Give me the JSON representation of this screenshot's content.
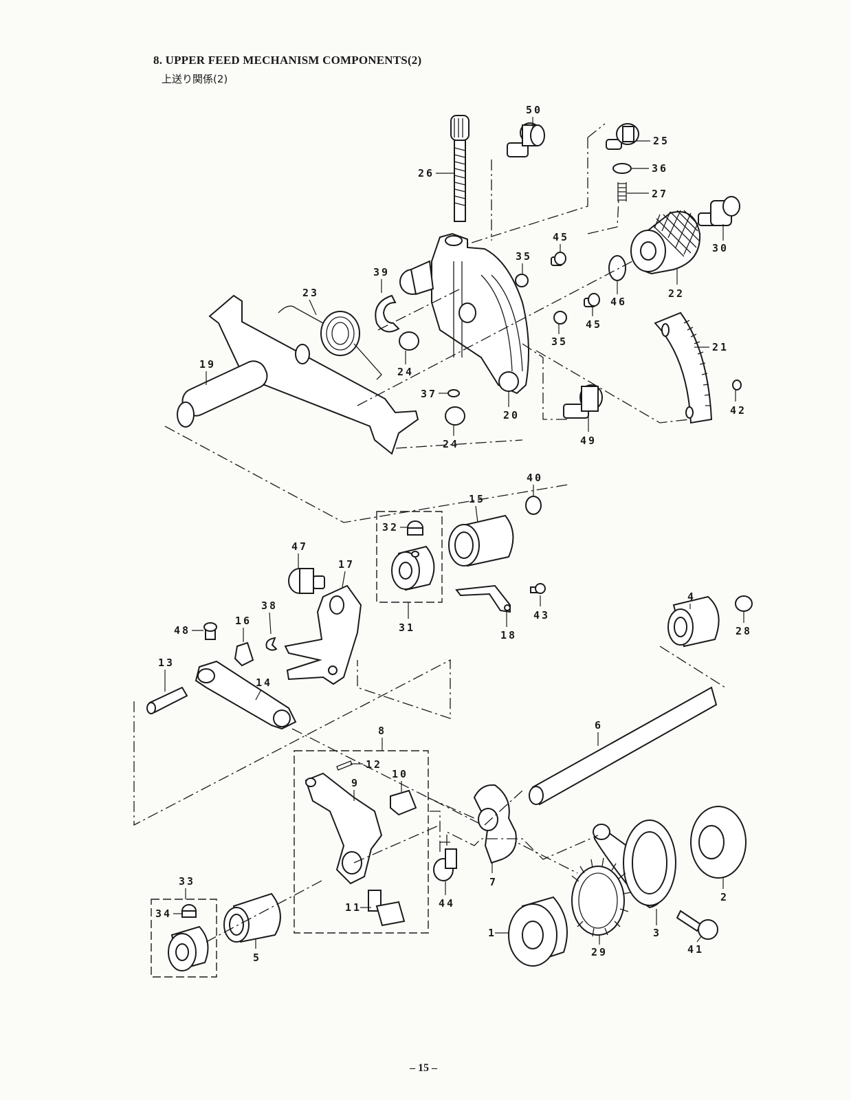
{
  "header": {
    "title_en": "8. UPPER FEED MECHANISM COMPONENTS(2)",
    "title_jp": "上送り関係(2)"
  },
  "callouts": [
    "1",
    "2",
    "3",
    "4",
    "5",
    "6",
    "7",
    "8",
    "9",
    "10",
    "11",
    "12",
    "13",
    "14",
    "15",
    "16",
    "17",
    "18",
    "19",
    "20",
    "21",
    "22",
    "23",
    "24",
    "24",
    "25",
    "26",
    "27",
    "28",
    "29",
    "30",
    "31",
    "32",
    "33",
    "34",
    "35",
    "35",
    "36",
    "37",
    "38",
    "39",
    "40",
    "41",
    "42",
    "43",
    "44",
    "45",
    "45",
    "46",
    "47",
    "48",
    "49",
    "50"
  ],
  "footer": {
    "page_number": "– 15 –"
  }
}
